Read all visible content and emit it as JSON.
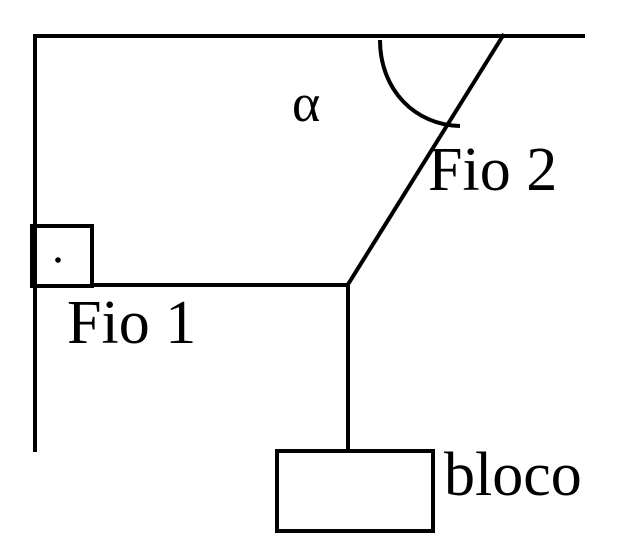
{
  "labels": {
    "angle": "α",
    "wire_2": "Fio 2",
    "wire_1": "Fio 1",
    "block": "bloco"
  },
  "colors": {
    "ink": "#000000",
    "background": "#ffffff"
  }
}
